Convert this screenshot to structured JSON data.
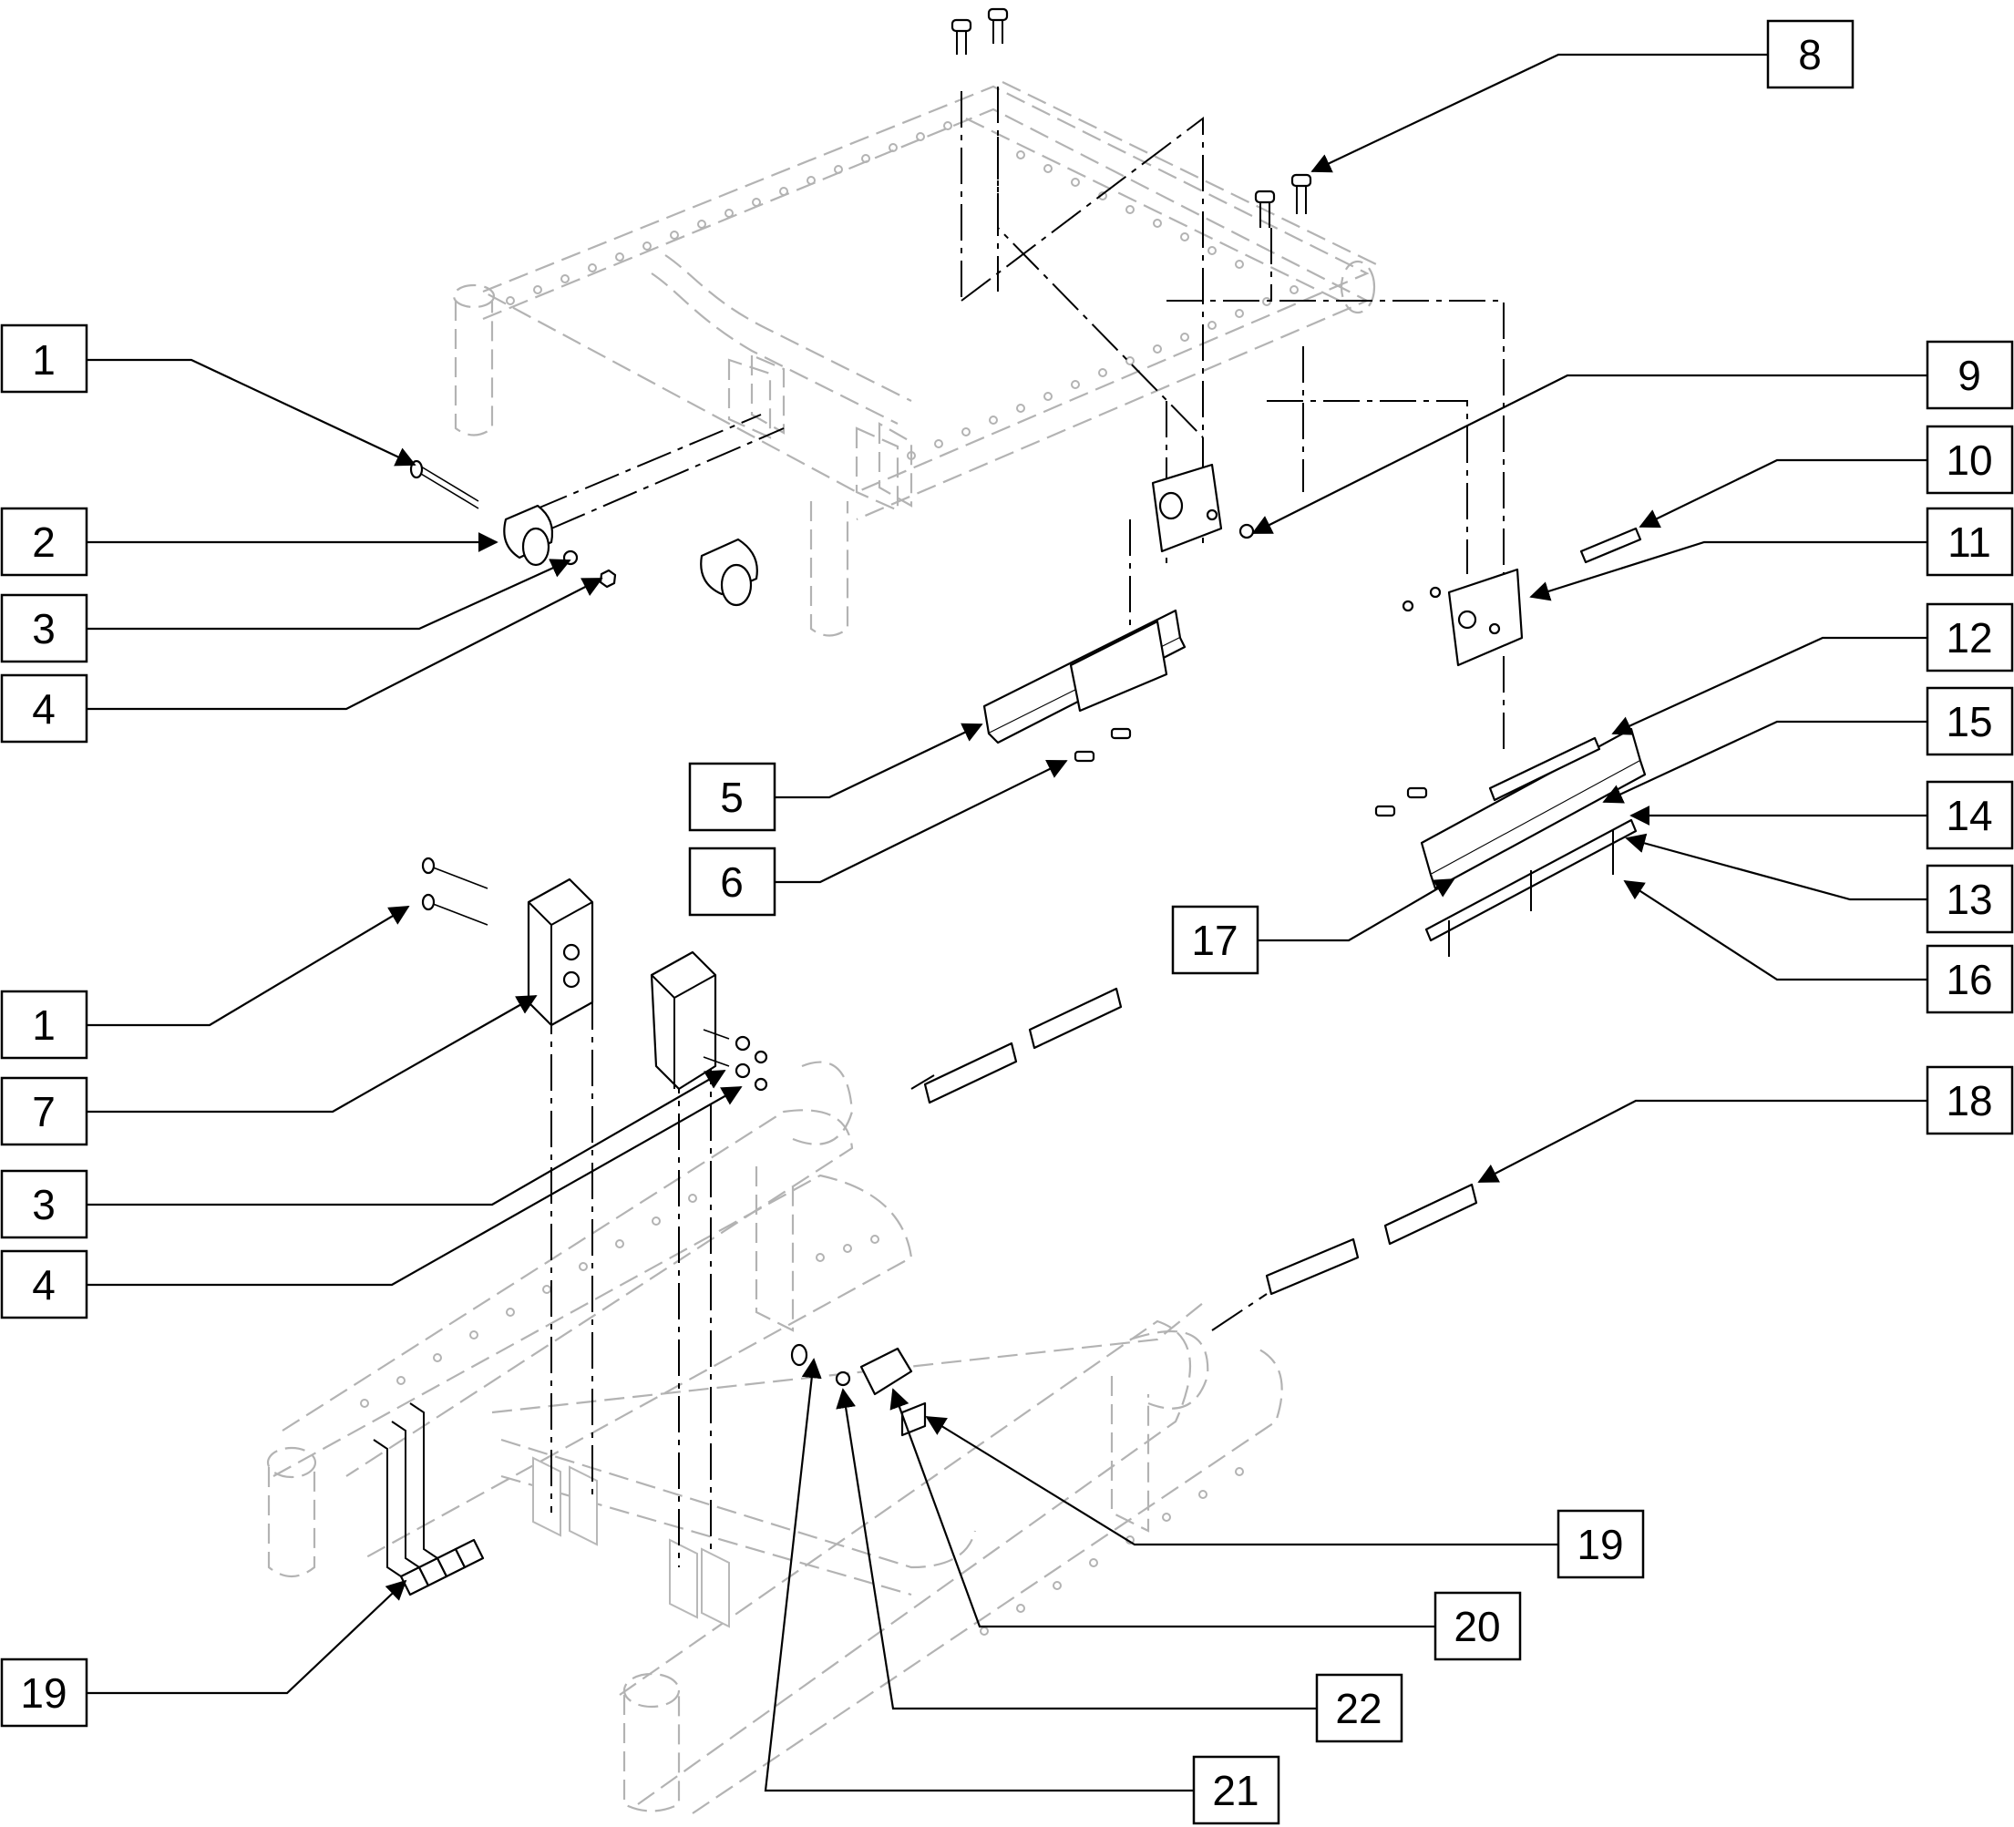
{
  "figure": "exploded-parts-diagram",
  "colors": {
    "ink": "#000000",
    "ghost_frame": "#b3b3b3",
    "background": "#ffffff"
  },
  "callouts": [
    {
      "id": "c1a",
      "label": "1"
    },
    {
      "id": "c2",
      "label": "2"
    },
    {
      "id": "c3a",
      "label": "3"
    },
    {
      "id": "c4a",
      "label": "4"
    },
    {
      "id": "c5",
      "label": "5"
    },
    {
      "id": "c6",
      "label": "6"
    },
    {
      "id": "c1b",
      "label": "1"
    },
    {
      "id": "c7",
      "label": "7"
    },
    {
      "id": "c3b",
      "label": "3"
    },
    {
      "id": "c4b",
      "label": "4"
    },
    {
      "id": "c19a",
      "label": "19"
    },
    {
      "id": "c8",
      "label": "8"
    },
    {
      "id": "c9",
      "label": "9"
    },
    {
      "id": "c10",
      "label": "10"
    },
    {
      "id": "c11",
      "label": "11"
    },
    {
      "id": "c12",
      "label": "12"
    },
    {
      "id": "c15",
      "label": "15"
    },
    {
      "id": "c14",
      "label": "14"
    },
    {
      "id": "c13",
      "label": "13"
    },
    {
      "id": "c16",
      "label": "16"
    },
    {
      "id": "c17",
      "label": "17"
    },
    {
      "id": "c18",
      "label": "18"
    },
    {
      "id": "c19b",
      "label": "19"
    },
    {
      "id": "c20",
      "label": "20"
    },
    {
      "id": "c22",
      "label": "22"
    },
    {
      "id": "c21",
      "label": "21"
    }
  ]
}
